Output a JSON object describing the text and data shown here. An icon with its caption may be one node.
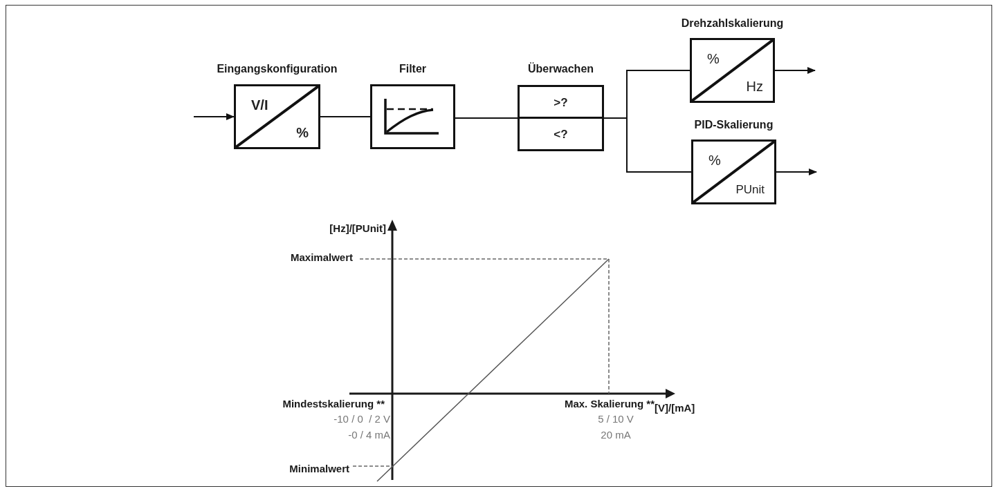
{
  "diagram": {
    "nodes": [
      {
        "text": [
          "Eingangskonfiguration",
          "V/I",
          "%"
        ]
      },
      {
        "text": [
          "Filter"
        ]
      },
      {
        "text": [
          "Überwachen",
          ">?",
          "<?"
        ]
      },
      {
        "text": [
          "Drehzahlskalierung",
          "%",
          "Hz"
        ]
      },
      {
        "text": [
          "PID-Skalierung",
          "%",
          "PUnit"
        ]
      }
    ],
    "edges": [
      {
        "from": null,
        "to": 0,
        "arrow": "to"
      },
      {
        "from": 0,
        "to": 1,
        "arrow": "none"
      },
      {
        "from": 1,
        "to": 2,
        "arrow": "none"
      },
      {
        "from": 2,
        "to": 3,
        "arrow": "none"
      },
      {
        "from": 2,
        "to": 4,
        "arrow": "none"
      },
      {
        "from": 3,
        "to": null,
        "arrow": "to"
      },
      {
        "from": 4,
        "to": null,
        "arrow": "to"
      }
    ],
    "labels": [
      "[Hz]/[PUnit]",
      "Maximalwert",
      "Mindestskalierung **",
      "-10 / 0  / 2 V",
      "-0 / 4 mA",
      "Max. Skalierung **",
      "[V]/[mA]",
      "5 / 10 V",
      "20 mA",
      "Minimalwert"
    ]
  }
}
